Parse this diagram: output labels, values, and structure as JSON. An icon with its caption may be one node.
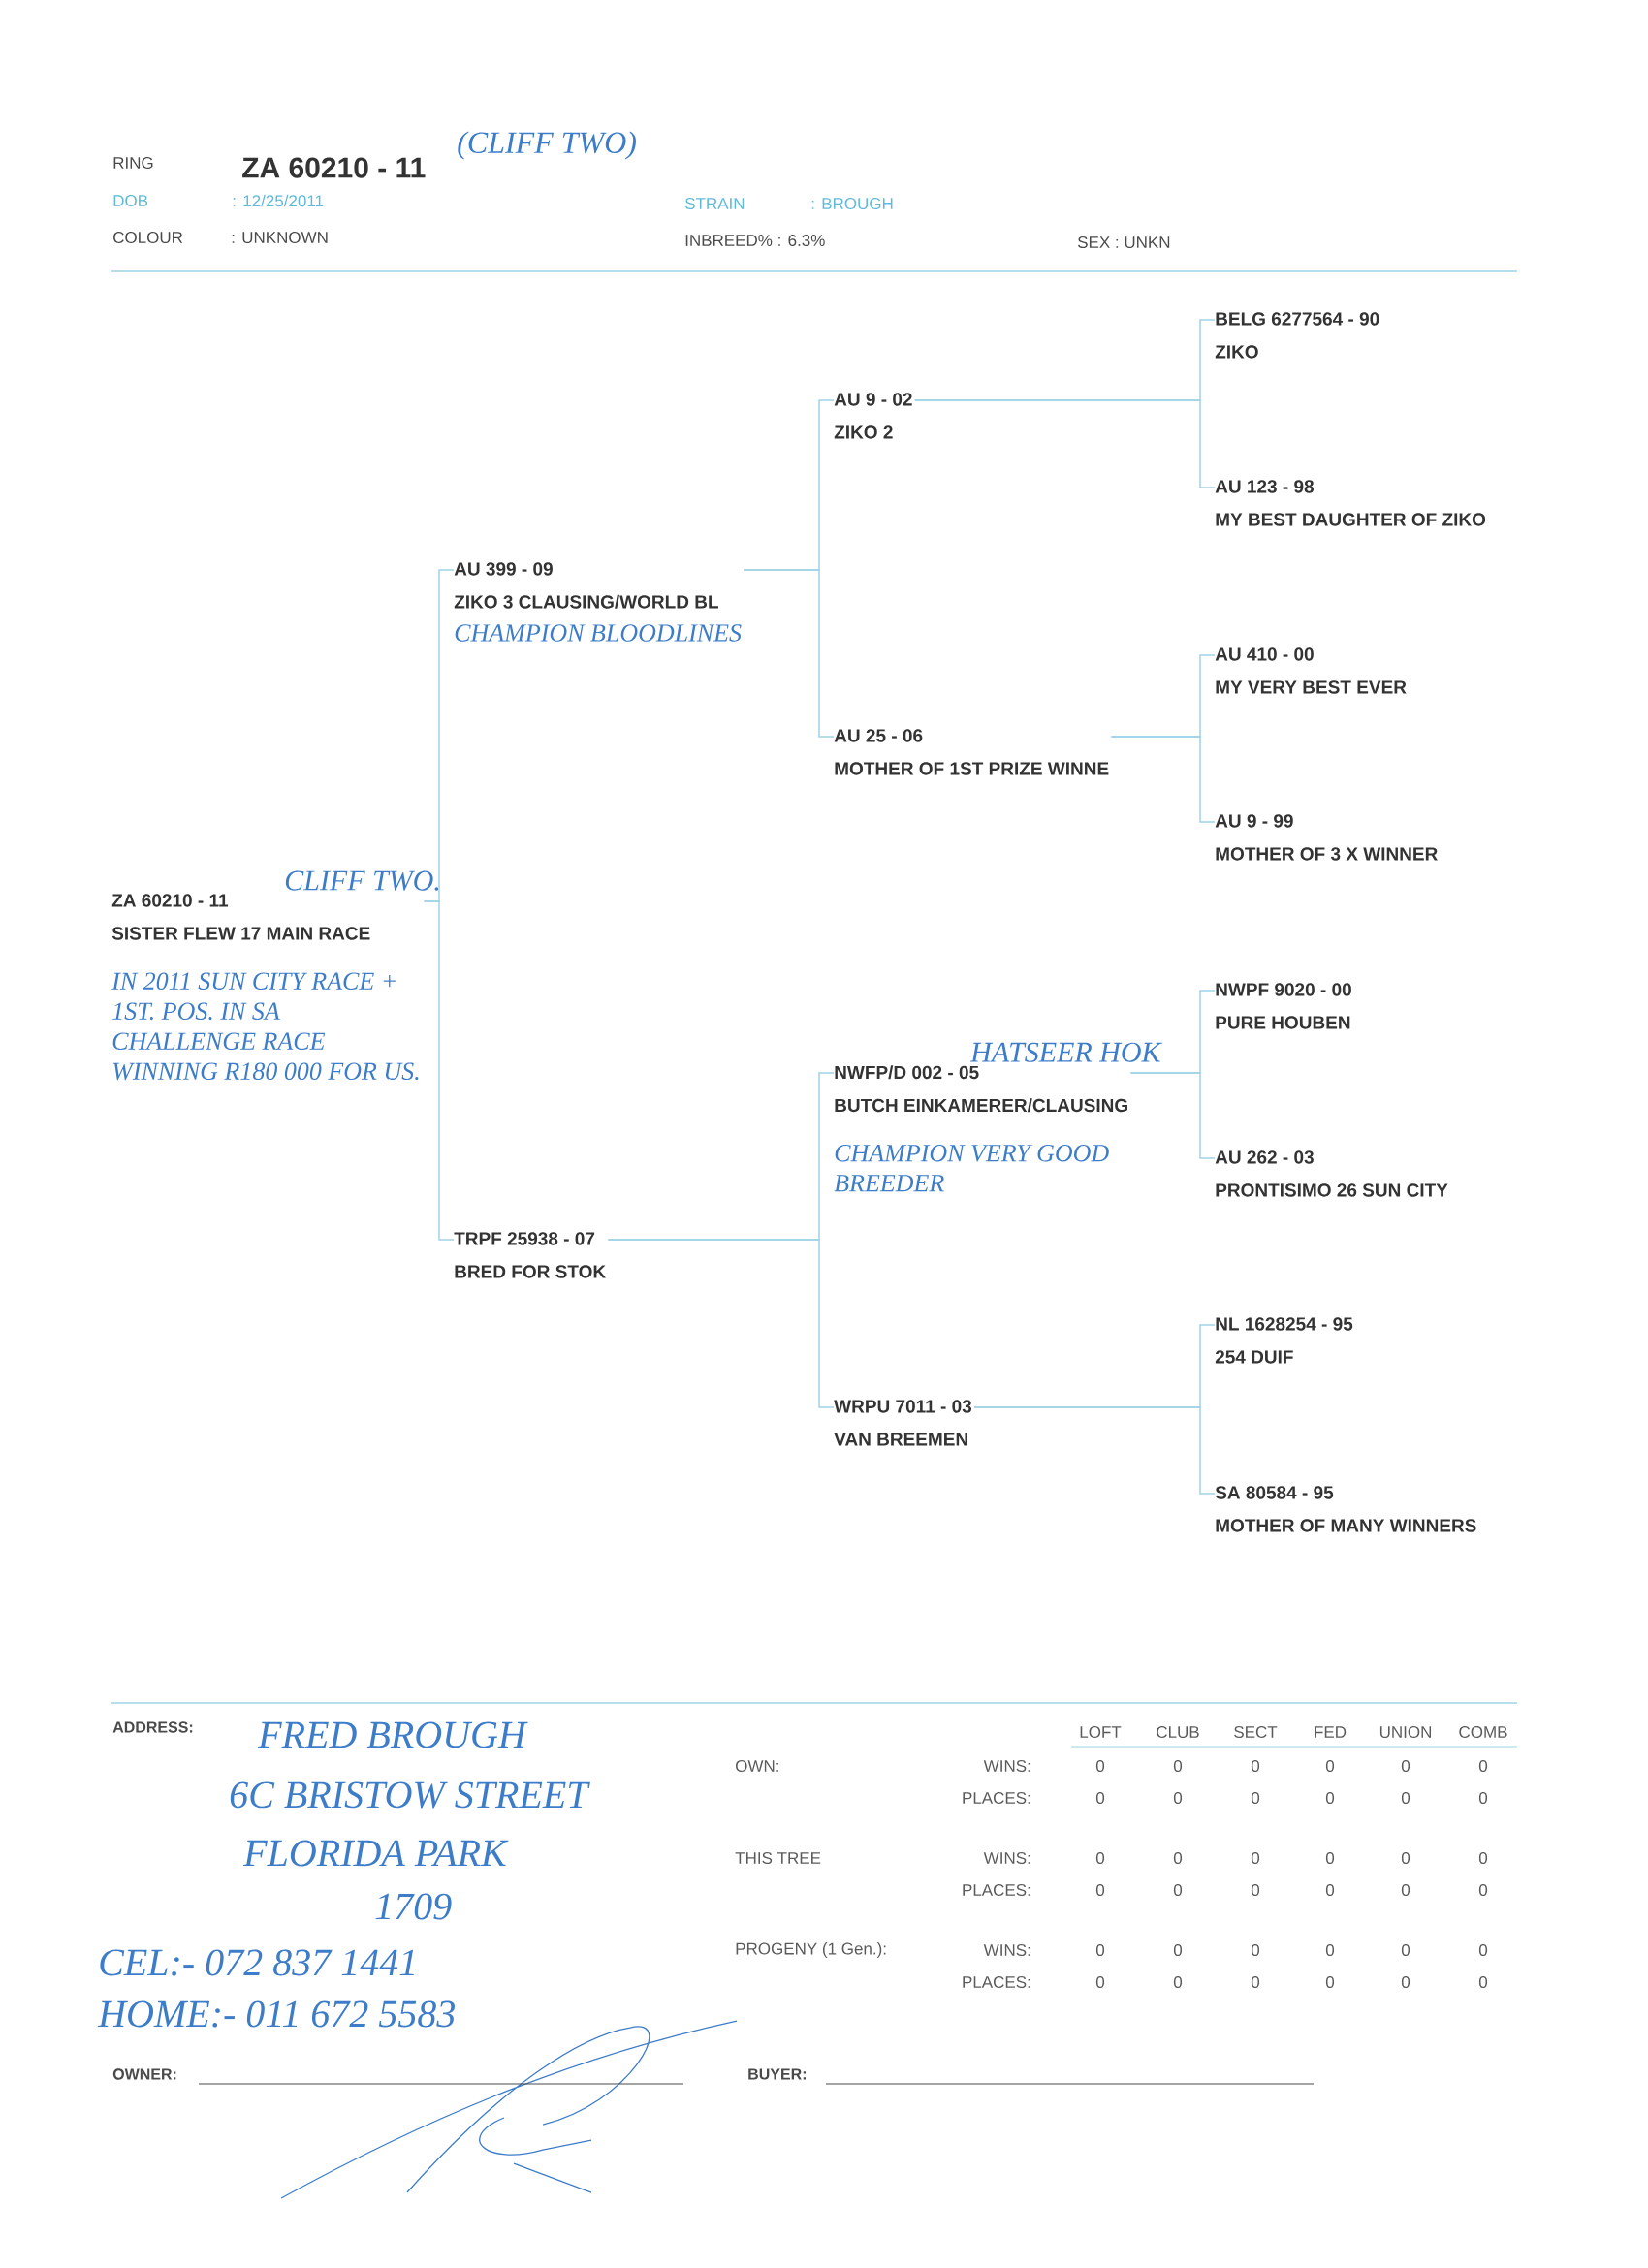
{
  "diagram": {
    "nodes": [
      {
        "text": [
          "ZA 60210 - 11",
          "SISTER FLEW 17 MAIN RACE",
          "IN 2011 SUN CITY RACE + 1ST. POS. IN SA CHALLENGE RACE WINNING R180 000 FOR US."
        ],
        "beside": [
          "CLIFF TWO."
        ]
      },
      {
        "text": [
          "AU 399 - 09",
          "ZIKO 3 CLAUSING/WORLD BL",
          "CHAMPION BLOODLINES"
        ]
      },
      {
        "text": [
          "AU 9 - 02",
          "ZIKO 2"
        ]
      },
      {
        "text": [
          "BELG 6277564 - 90",
          "ZIKO"
        ]
      },
      {
        "text": [
          "AU 123 - 98",
          "MY BEST DAUGHTER OF ZIKO"
        ]
      },
      {
        "text": [
          "AU 25 - 06",
          "MOTHER OF 1ST PRIZE WINNE"
        ]
      },
      {
        "text": [
          "AU 410 - 00",
          "MY VERY BEST EVER"
        ]
      },
      {
        "text": [
          "AU 9 - 99",
          "MOTHER OF 3 X WINNER"
        ]
      },
      {
        "text": [
          "TRPF 25938 - 07",
          "BRED FOR STOK"
        ]
      },
      {
        "text": [
          "NWFP/D 002 - 05",
          "BUTCH EINKAMERER/CLAUSING",
          "CHAMPION VERY GOOD BREEDER"
        ],
        "beside": [
          "HATSEER HOK"
        ]
      },
      {
        "text": [
          "NWPF 9020 - 00",
          "PURE HOUBEN"
        ]
      },
      {
        "text": [
          "AU 262 - 03",
          "PRONTISIMO 26 SUN CITY"
        ]
      },
      {
        "text": [
          "WRPU 7011 - 03",
          "VAN BREEMEN"
        ]
      },
      {
        "text": [
          "NL 1628254 - 95",
          "254 DUIF"
        ]
      },
      {
        "text": [
          "SA 80584 - 95",
          "MOTHER OF MANY WINNERS"
        ]
      }
    ],
    "edges": [
      {
        "from": 0,
        "to": 1,
        "arrow": "none"
      },
      {
        "from": 0,
        "to": 8,
        "arrow": "none"
      },
      {
        "from": 1,
        "to": 2,
        "arrow": "none"
      },
      {
        "from": 1,
        "to": 5,
        "arrow": "none"
      },
      {
        "from": 2,
        "to": 3,
        "arrow": "none"
      },
      {
        "from": 2,
        "to": 4,
        "arrow": "none"
      },
      {
        "from": 5,
        "to": 6,
        "arrow": "none"
      },
      {
        "from": 5,
        "to": 7,
        "arrow": "none"
      },
      {
        "from": 8,
        "to": 9,
        "arrow": "none"
      },
      {
        "from": 8,
        "to": 12,
        "arrow": "none"
      },
      {
        "from": 9,
        "to": 10,
        "arrow": "none"
      },
      {
        "from": 9,
        "to": 11,
        "arrow": "none"
      },
      {
        "from": 12,
        "to": 13,
        "arrow": "none"
      },
      {
        "from": 12,
        "to": 14,
        "arrow": "none"
      }
    ],
    "labels": [
      "RING",
      "ZA 60210 - 11",
      "(CLIFF TWO)",
      "DOB",
      ": 12/25/2011",
      "STRAIN",
      ": BROUGH",
      "COLOUR",
      ": UNKNOWN",
      "INBREED% : 6.3%",
      "SEX : UNKN",
      "ADDRESS:",
      "FRED BROUGH",
      "6C BRISTOW STREET",
      "FLORIDA PARK",
      "1709",
      "CEL:- 072 837 1441",
      "HOME:- 011 672 5583",
      "LOFT",
      "CLUB",
      "SECT",
      "FED",
      "UNION",
      "COMB",
      "OWN:",
      "WINS:",
      "0",
      "0",
      "0",
      "0",
      "0",
      "0",
      "PLACES:",
      "0",
      "0",
      "0",
      "0",
      "0",
      "0",
      "THIS TREE",
      "WINS:",
      "0",
      "0",
      "0",
      "0",
      "0",
      "0",
      "PLACES:",
      "0",
      "0",
      "0",
      "0",
      "0",
      "0",
      "PROGENY (1 Gen.):",
      "WINS:",
      "0",
      "0",
      "0",
      "0",
      "0",
      "0",
      "PLACES:",
      "0",
      "0",
      "0",
      "0",
      "0",
      "0",
      "OWNER:",
      "BUYER:"
    ]
  }
}
